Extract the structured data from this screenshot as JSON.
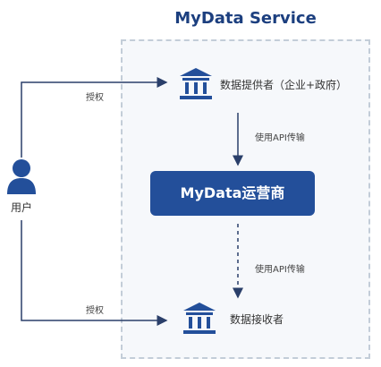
{
  "diagram": {
    "title": "MyData Service",
    "user": {
      "label": "用户",
      "icon": "user-icon"
    },
    "provider": {
      "label": "数据提供者（企业+政府）",
      "icon": "bank-icon"
    },
    "operator": {
      "label": "MyData运营商"
    },
    "receiver": {
      "label": "数据接收者",
      "icon": "bank-icon"
    },
    "edges": {
      "authorize_top": "授权",
      "authorize_bottom": "授权",
      "api_top": "使用API传输",
      "api_bottom": "使用API传输"
    },
    "colors": {
      "primary": "#234f9a",
      "title": "#1c3f7f",
      "box_border": "#c3cdd8",
      "box_fill": "#f6f8fb",
      "lines": "#2a3f6a"
    }
  }
}
